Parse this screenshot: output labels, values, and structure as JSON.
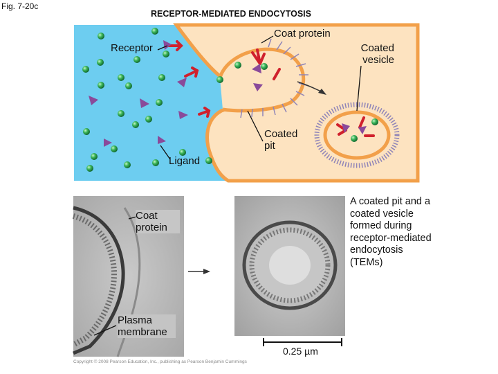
{
  "figure_label": "Fig. 7-20c",
  "title": "RECEPTOR-MEDIATED ENDOCYTOSIS",
  "diagram": {
    "labels": {
      "coat_protein": "Coat protein",
      "receptor": "Receptor",
      "coated_vesicle": "Coated vesicle",
      "coated_pit": "Coated pit",
      "ligand": "Ligand"
    },
    "colors": {
      "extracellular": "#6dcdf0",
      "cytoplasm": "#fde3c0",
      "membrane": "#f2a04a",
      "receptor": "#d0202c",
      "ligand_sphere": "#2a9a4a",
      "ligand_triangle": "#8a4a9a",
      "coat": "#8f84b8"
    }
  },
  "micrograph": {
    "labels": {
      "coat_protein": "Coat protein",
      "plasma_membrane": "Plasma membrane"
    },
    "scale_bar": "0.25 µm"
  },
  "caption": "A coated pit and a coated vesicle formed during receptor-mediated endocytosis (TEMs)",
  "copyright": "Copyright © 2008 Pearson Education, Inc., publishing as Pearson Benjamin Cummings"
}
